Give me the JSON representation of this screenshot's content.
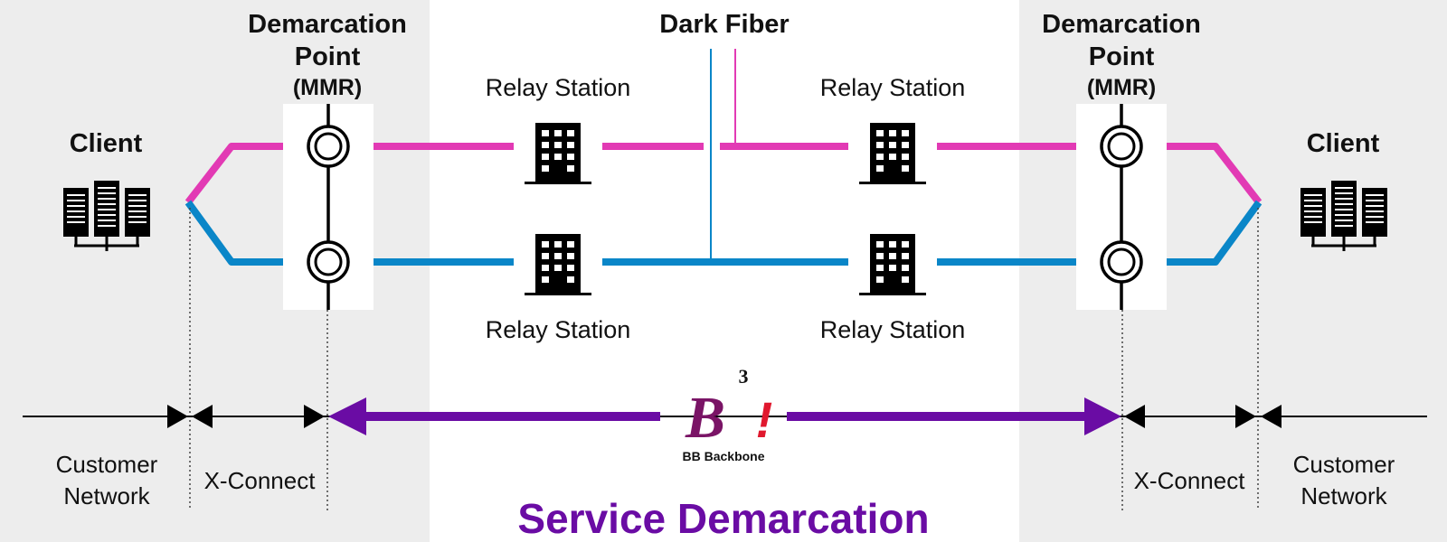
{
  "colors": {
    "background": "#ededed",
    "center_panel": "#ffffff",
    "magenta_fiber": "#e23ab4",
    "blue_fiber": "#0a86c8",
    "service_purple": "#6a0ca4",
    "logo_purple": "#7a1466",
    "logo_red": "#e0182e"
  },
  "labels": {
    "client_left": "Client",
    "client_right": "Client",
    "demarc_left_line1": "Demarcation",
    "demarc_left_line2": "Point",
    "demarc_left_line3": "(MMR)",
    "demarc_right_line1": "Demarcation",
    "demarc_right_line2": "Point",
    "demarc_right_line3": "(MMR)",
    "dark_fiber": "Dark Fiber",
    "relay_top_left": "Relay Station",
    "relay_top_right": "Relay Station",
    "relay_bottom_left": "Relay Station",
    "relay_bottom_right": "Relay Station",
    "customer_network_left_line1": "Customer",
    "customer_network_left_line2": "Network",
    "customer_network_right_line1": "Customer",
    "customer_network_right_line2": "Network",
    "xconnect_left": "X-Connect",
    "xconnect_right": "X-Connect",
    "service_demarcation": "Service Demarcation"
  },
  "logo": {
    "letter": "B",
    "superscript": "3",
    "exclamation": "!",
    "caption": "BB Backbone"
  },
  "icons": {
    "client": "server-rack-icon",
    "relay": "building-icon",
    "connector": "fiber-connector-icon"
  }
}
